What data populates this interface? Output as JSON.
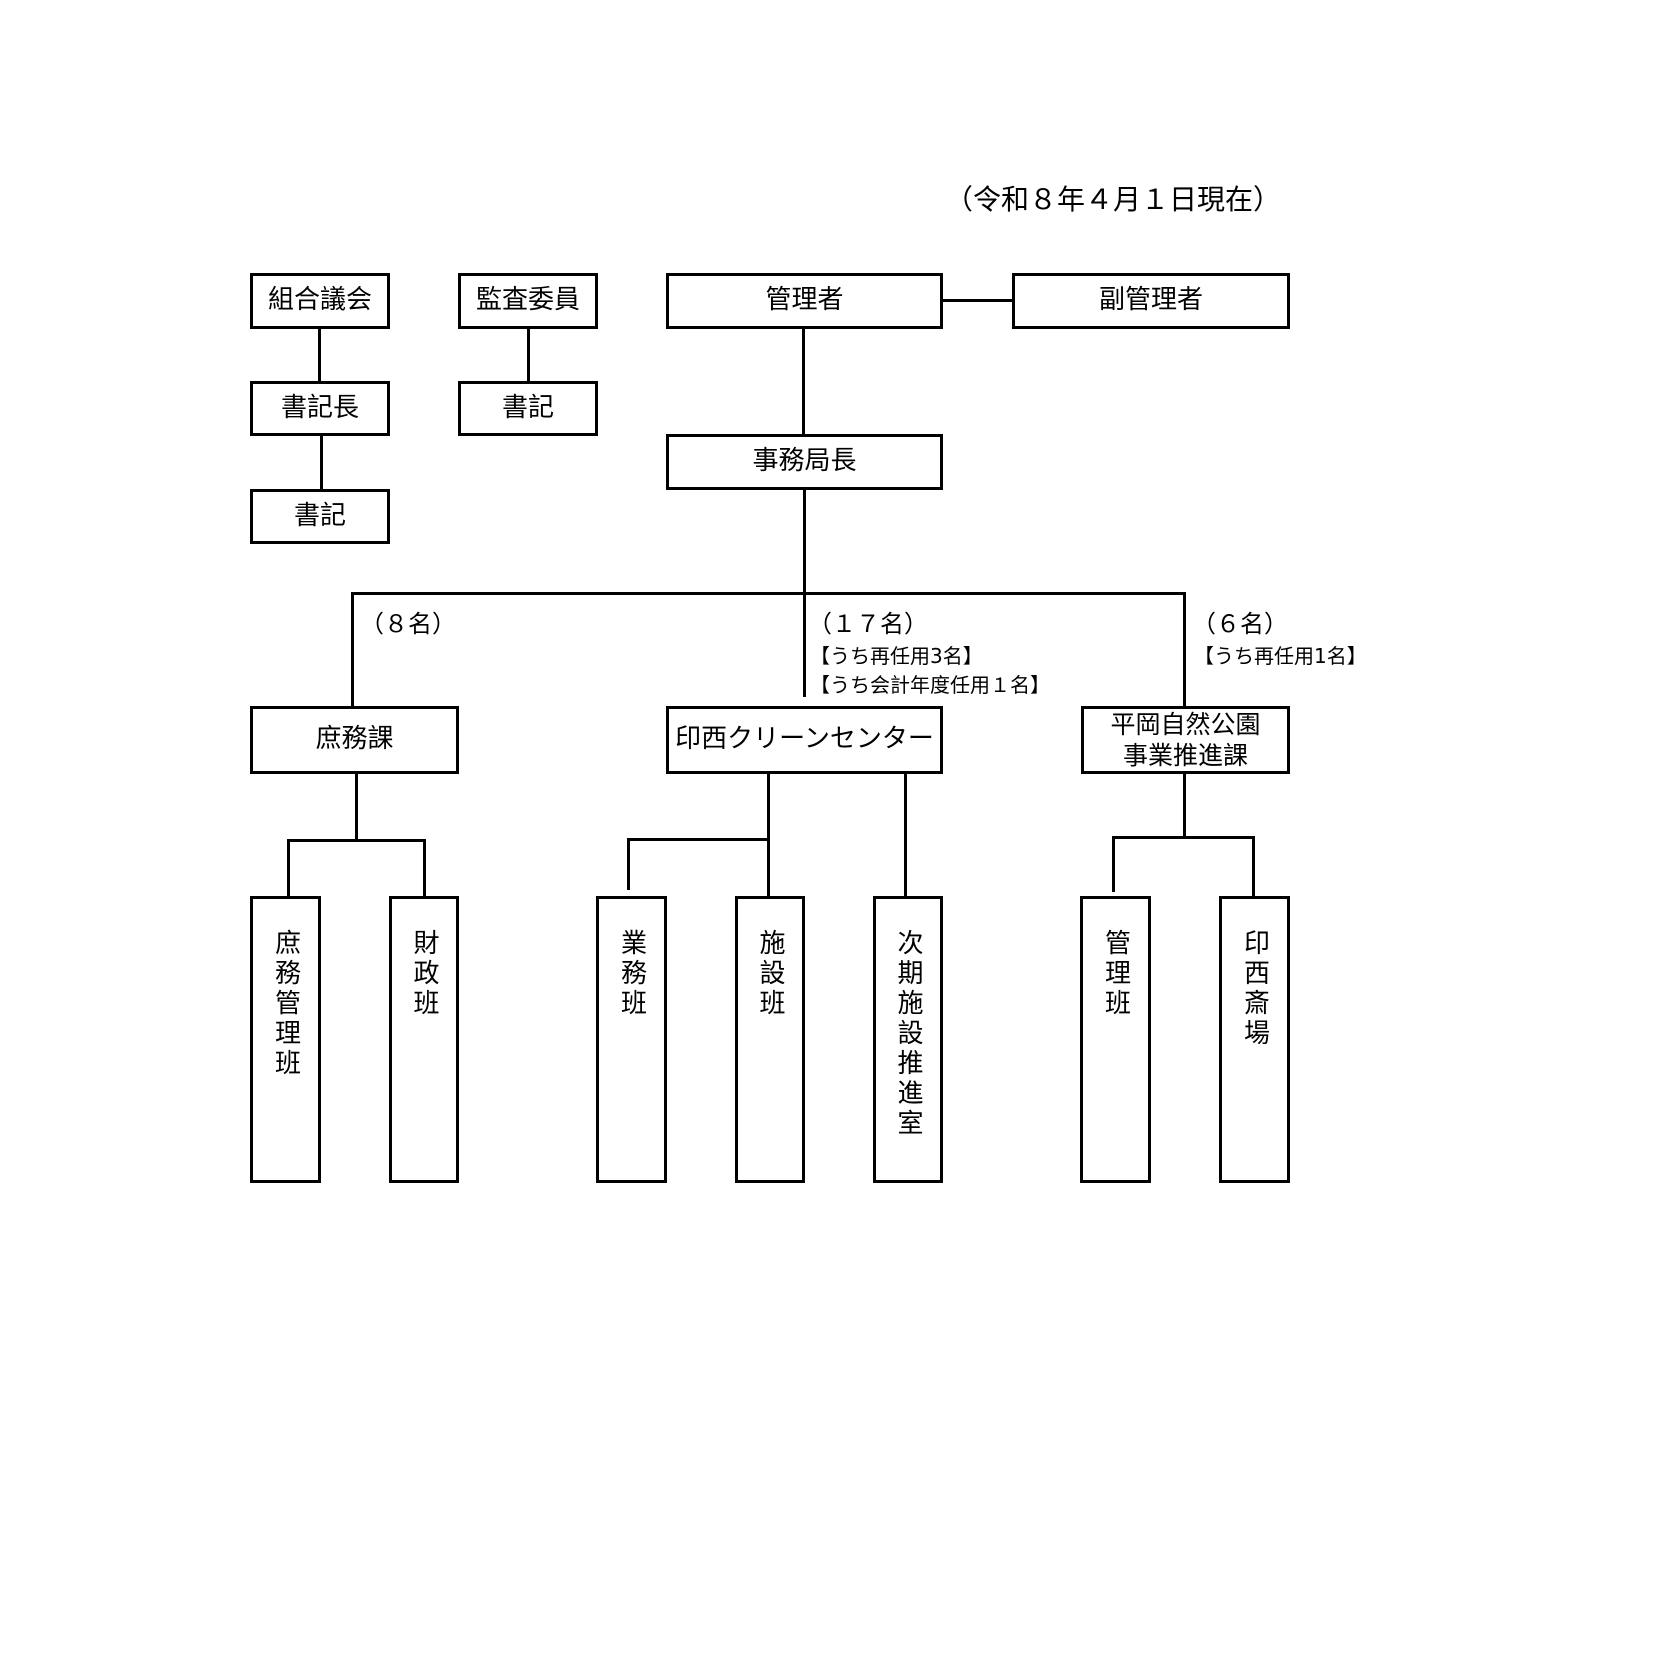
{
  "as_of_date": "（令和８年４月１日現在）",
  "assembly": {
    "title": "組合議会",
    "chief_clerk": "書記長",
    "clerk": "書記"
  },
  "auditors": {
    "title": "監査委員",
    "clerk": "書記"
  },
  "manager": "管理者",
  "vice_manager": "副管理者",
  "secretariat_head": "事務局長",
  "divisions": [
    {
      "name": "庶務課",
      "headcount": "（８名）",
      "notes": [],
      "units": [
        "庶務管理班",
        "財政班"
      ]
    },
    {
      "name": "印西クリーンセンター",
      "headcount": "（１７名）",
      "notes": [
        "【うち再任用3名】",
        "【うち会計年度任用１名】"
      ],
      "units": [
        "業務班",
        "施設班",
        "次期施設推進室"
      ]
    },
    {
      "name_lines": [
        "平岡自然公園",
        "事業推進課"
      ],
      "headcount": "（６名）",
      "notes": [
        "【うち再任用1名】"
      ],
      "units": [
        "管理班",
        "印西斎場"
      ]
    }
  ]
}
